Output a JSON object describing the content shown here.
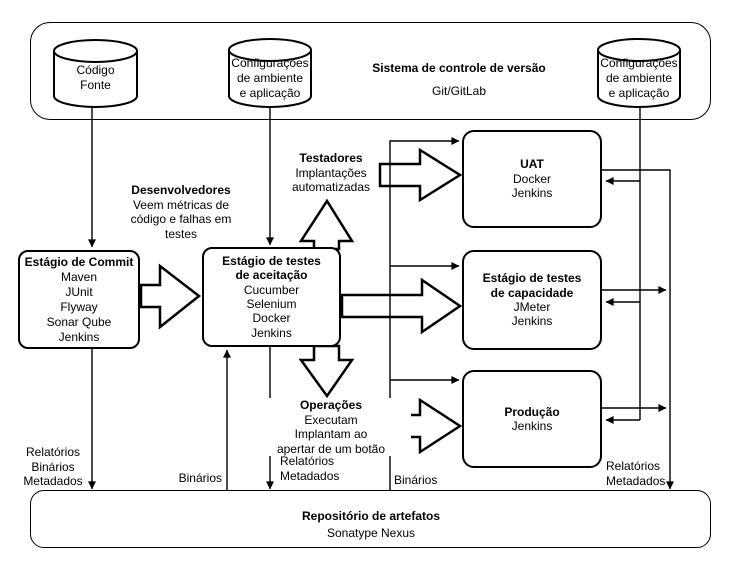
{
  "vcs_container": {
    "title": "Sistema de controle de versão",
    "subtitle": "Git/GitLab"
  },
  "cylinders": {
    "source_code": "Código\nFonte",
    "env_config_left": "Configurações\nde ambiente\ne aplicação",
    "env_config_right": "Configurações\nde ambiente\ne aplicação"
  },
  "stages": {
    "commit": {
      "title": "Estágio de Commit",
      "tools": "Maven\nJUnit\nFlyway\nSonar Qube\nJenkins"
    },
    "acceptance": {
      "title": "Estágio de testes\nde aceitação",
      "tools": "Cucumber\nSelenium\nDocker\nJenkins"
    },
    "uat": {
      "title": "UAT",
      "tools": "Docker\nJenkins"
    },
    "capacity": {
      "title": "Estágio de testes\nde capacidade",
      "tools": "JMeter\nJenkins"
    },
    "production": {
      "title": "Produção",
      "tools": "Jenkins"
    }
  },
  "repository": {
    "title": "Repositório de artefatos",
    "subtitle": "Sonatype Nexus"
  },
  "annotations": {
    "developers": {
      "title": "Desenvolvedores",
      "body": "Veem métricas de\ncódigo e falhas em\ntestes"
    },
    "testers": {
      "title": "Testadores",
      "body": "Implantações\nautomatizadas"
    },
    "operations": {
      "title": "Operações",
      "body": "Executam\nImplantam ao\napertar de um botão"
    }
  },
  "flow_labels": {
    "commit_to_repo": "Relatórios\nBinários\nMetadados",
    "repo_to_acceptance": "Binários",
    "acceptance_to_repo": "Relatórios\nMetadados",
    "repo_to_environments": "Binários",
    "environments_to_repo": "Relatórios\nMetadados"
  },
  "colors": {
    "stroke": "#000000",
    "background": "#ffffff"
  }
}
